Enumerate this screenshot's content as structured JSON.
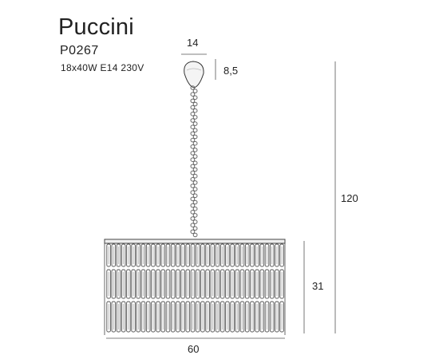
{
  "product": {
    "name": "Puccini",
    "code": "P0267",
    "spec": "18x40W E14 230V"
  },
  "dimensions": {
    "canopy_width": "14",
    "canopy_height": "8,5",
    "total_height": "120",
    "shade_height": "31",
    "shade_width": "60"
  },
  "colors": {
    "line": "#222222",
    "crystal": "#7a7a7a"
  }
}
